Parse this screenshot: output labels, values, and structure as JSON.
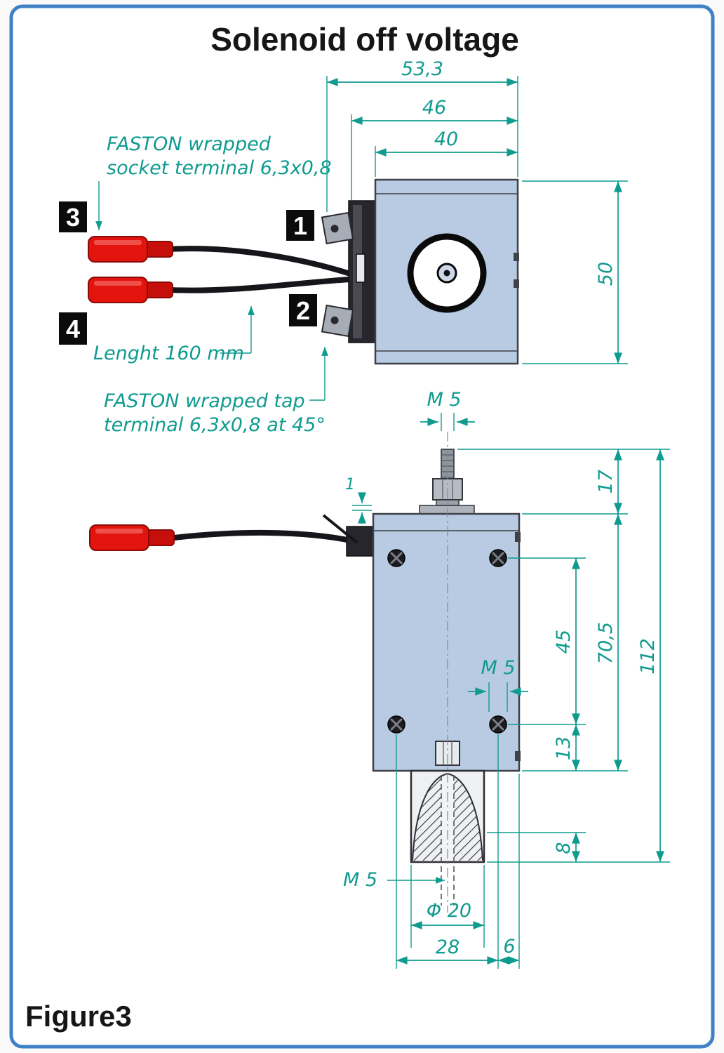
{
  "title": "Solenoid off voltage",
  "figure_label": "Figure3",
  "callouts": {
    "one": "1",
    "two": "2",
    "three": "3",
    "four": "4"
  },
  "annotations": {
    "socket_line1": "FASTON wrapped",
    "socket_line2": "socket terminal 6,3x0,8",
    "length": "Lenght 160 mm",
    "tap_line1": "FASTON wrapped tap",
    "tap_line2": "terminal 6,3x0,8 at 45°"
  },
  "dims": {
    "width_outer": "53,3",
    "width_mid": "46",
    "width_inner": "40",
    "height": "50",
    "stud_thread": "M 5",
    "plate": "1",
    "stud_height": "17",
    "screw_span_v": "45",
    "body_height": "70,5",
    "total_height": "112",
    "bottom_offset": "13",
    "tip_length": "8",
    "screw_thread": "M 5",
    "core_thread": "M 5",
    "plunger_dia": "Φ 20",
    "screw_span_h": "28",
    "edge_offset": "6"
  },
  "colors": {
    "frame": "#3f81c4",
    "dimension": "#0f9b8f",
    "body": "#b9cbe2",
    "terminal": "#e3130e"
  }
}
